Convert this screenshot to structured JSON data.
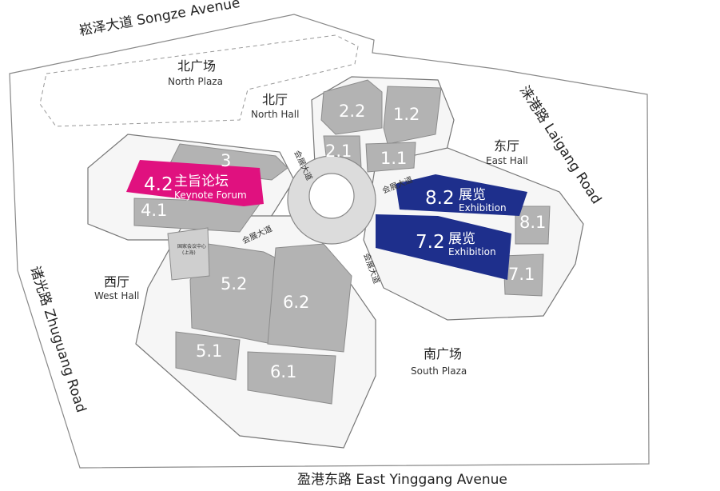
{
  "roads": {
    "north": "崧泽大道  Songze Avenue",
    "east": "涞港路  Laigang Road",
    "west": "诸光路  Zhuguang Road",
    "south": "盈港东路  East Yinggang Avenue"
  },
  "plazas": {
    "north": {
      "cn": "北广场",
      "en": "North Plaza"
    },
    "south": {
      "cn": "南广场",
      "en": "South Plaza"
    }
  },
  "halls_wings": {
    "north": {
      "cn": "北厅",
      "en": "North Hall"
    },
    "east": {
      "cn": "东厅",
      "en": "East Hall"
    },
    "west": {
      "cn": "西厅",
      "en": "West Hall"
    }
  },
  "exhibition_halls": [
    "2.2",
    "1.2",
    "2.1",
    "1.1",
    "3",
    "4.1",
    "8.1",
    "7.1",
    "5.2",
    "6.2",
    "5.1",
    "6.1"
  ],
  "highlighted": {
    "keynote": {
      "num": "4.2",
      "cn": "主旨论坛",
      "en": "Keynote Forum",
      "color": "#e0117f"
    },
    "exhibition_82": {
      "num": "8.2",
      "cn": "展览",
      "en": "Exhibition",
      "color": "#1e2f8c"
    },
    "exhibition_72": {
      "num": "7.2",
      "cn": "展览",
      "en": "Exhibition",
      "color": "#1e2f8c"
    }
  },
  "avenues": {
    "north": "会展大道",
    "east": "会展大道",
    "west": "会展大道",
    "south": "会展大道"
  },
  "center_label": {
    "line1": "国家会议中心",
    "line2": "(上海)"
  }
}
